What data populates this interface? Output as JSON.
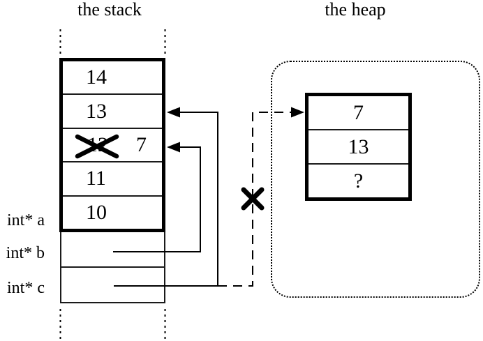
{
  "colors": {
    "ink": "#000000",
    "background": "#ffffff"
  },
  "titles": {
    "stack": "the stack",
    "heap": "the heap"
  },
  "stack": {
    "frame_cells": [
      {
        "value": "14"
      },
      {
        "value": "13"
      },
      {
        "old_value": "12",
        "value": "7",
        "old_value_crossed_out": true
      },
      {
        "value": "11"
      },
      {
        "value": "10"
      }
    ],
    "pointer_labels": [
      "int* a",
      "int* b",
      "int* c"
    ]
  },
  "heap": {
    "block_cells": [
      "7",
      "13",
      "?"
    ]
  },
  "pointers": [
    {
      "from": "int* b",
      "to": "stack cell with crossed-out 12 / new value 7",
      "style": "solid-arrow"
    },
    {
      "from": "int* c",
      "to": "stack cell 13",
      "style": "solid-arrow"
    },
    {
      "from": "int* c",
      "to": "heap cell 7",
      "style": "dashed-arrow-crossed-out"
    }
  ],
  "icons": {
    "crossed_out_value": "x-cross",
    "invalid_pointer": "x-cross"
  }
}
